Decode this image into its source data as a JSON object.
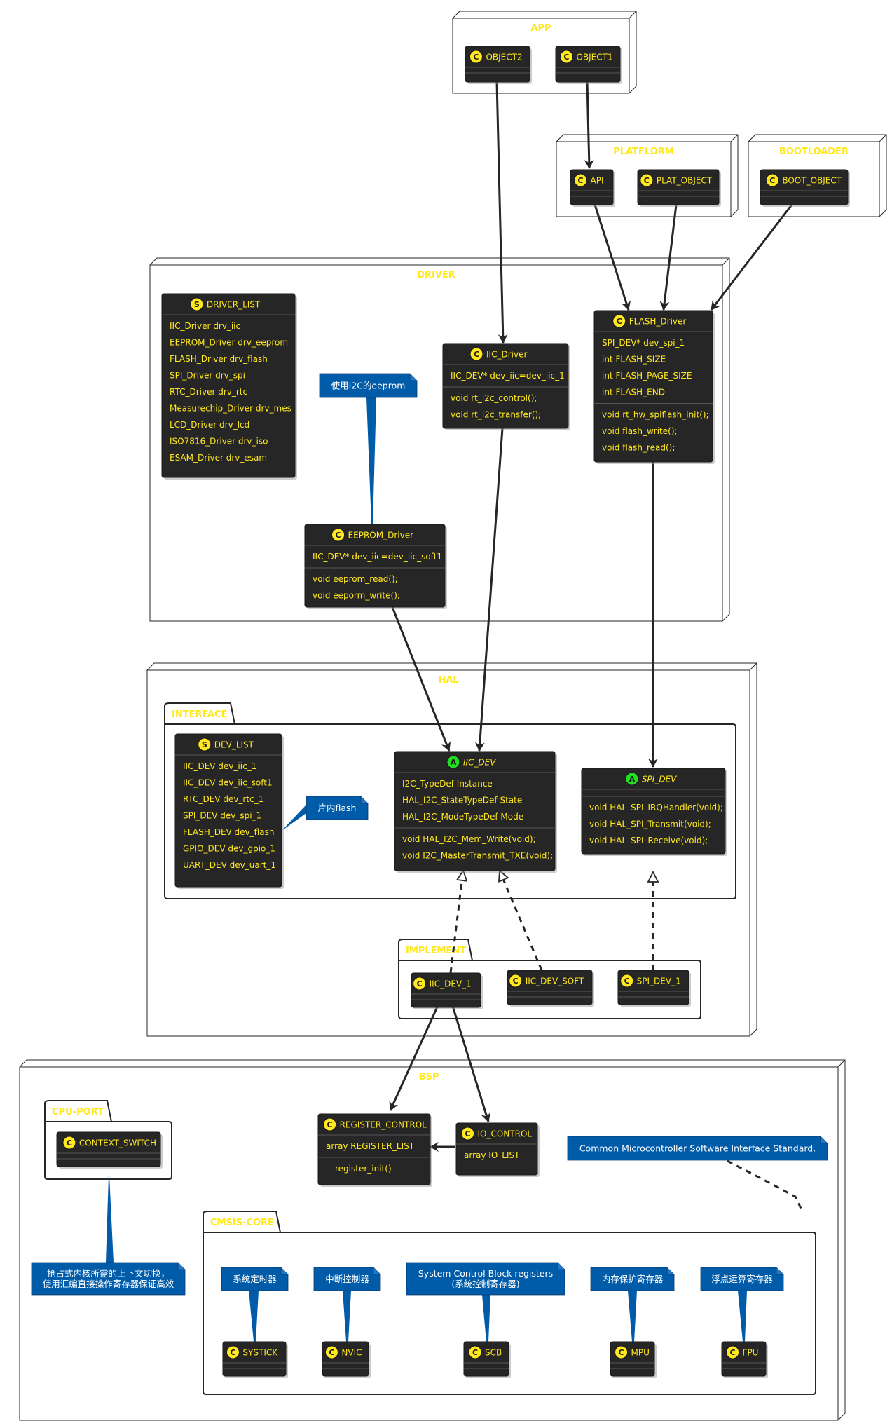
{
  "groups": {
    "app": "APP",
    "platform": "PLATFLORM",
    "bootloader": "BOOTLOADER",
    "driver": "DRIVER",
    "hal": "HAL",
    "interface": "INTERFACE",
    "implement": "IMPLEMENT",
    "bsp": "BSP",
    "cpu_port": "CPU-PORT",
    "cmsis_core": "CMSIS-CORE"
  },
  "classes": {
    "object2": {
      "badge": "C",
      "name": "OBJECT2",
      "fields": [],
      "methods": []
    },
    "object1": {
      "badge": "C",
      "name": "OBJECT1",
      "fields": [],
      "methods": []
    },
    "api": {
      "badge": "C",
      "name": "API",
      "fields": [],
      "methods": []
    },
    "plat_object": {
      "badge": "C",
      "name": "PLAT_OBJECT",
      "fields": [],
      "methods": []
    },
    "boot_object": {
      "badge": "C",
      "name": "BOOT_OBJECT",
      "fields": [],
      "methods": []
    },
    "driver_list": {
      "badge": "S",
      "name": "DRIVER_LIST",
      "fields": [
        "IIC_Driver drv_iic",
        "EEPROM_Driver drv_eeprom",
        "FLASH_Driver drv_flash",
        "SPI_Driver drv_spi",
        "RTC_Driver drv_rtc",
        "Measurechip_Driver drv_mes",
        "LCD_Driver drv_lcd",
        "ISO7816_Driver drv_iso",
        "ESAM_Driver drv_esam"
      ],
      "methods": []
    },
    "iic_driver": {
      "badge": "C",
      "name": "IIC_Driver",
      "fields": [
        "IIC_DEV* dev_iic=dev_iic_1"
      ],
      "methods": [
        "void rt_i2c_control();",
        "void rt_i2c_transfer();"
      ]
    },
    "flash_driver": {
      "badge": "C",
      "name": "FLASH_Driver",
      "fields": [
        "SPI_DEV* dev_spi_1",
        "int FLASH_SIZE",
        "int FLASH_PAGE_SIZE",
        "int FLASH_END"
      ],
      "methods": [
        "void rt_hw_spiflash_init();",
        "void flash_write();",
        "void flash_read();"
      ]
    },
    "eeprom_driver": {
      "badge": "C",
      "name": "EEPROM_Driver",
      "fields": [
        "IIC_DEV* dev_iic=dev_iic_soft1"
      ],
      "methods": [
        "void eeprom_read();",
        "void eeporm_write();"
      ]
    },
    "dev_list": {
      "badge": "S",
      "name": "DEV_LIST",
      "fields": [
        "IIC_DEV dev_iic_1",
        "IIC_DEV dev_iic_soft1",
        "RTC_DEV dev_rtc_1",
        "SPI_DEV dev_spi_1",
        "FLASH_DEV dev_flash",
        "GPIO_DEV dev_gpio_1",
        "UART_DEV dev_uart_1"
      ],
      "methods": []
    },
    "iic_dev": {
      "badge": "A",
      "name": "IIC_DEV",
      "fields": [
        "I2C_TypeDef Instance",
        "HAL_I2C_StateTypeDef State",
        "HAL_I2C_ModeTypeDef Mode"
      ],
      "methods": [
        "void HAL_I2C_Mem_Write(void);",
        "void I2C_MasterTransmit_TXE(void);"
      ]
    },
    "spi_dev": {
      "badge": "A",
      "name": "SPI_DEV",
      "fields": [],
      "methods": [
        "void HAL_SPI_IRQHandler(void);",
        "void HAL_SPI_Transmit(void);",
        "void HAL_SPI_Receive(void);"
      ]
    },
    "iic_dev_1": {
      "badge": "C",
      "name": "IIC_DEV_1",
      "fields": [],
      "methods": []
    },
    "iic_dev_soft": {
      "badge": "C",
      "name": "IIC_DEV_SOFT",
      "fields": [],
      "methods": []
    },
    "spi_dev_1": {
      "badge": "C",
      "name": "SPI_DEV_1",
      "fields": [],
      "methods": []
    },
    "context_switch": {
      "badge": "C",
      "name": "CONTEXT_SWITCH",
      "fields": [],
      "methods": []
    },
    "register_control": {
      "badge": "C",
      "name": "REGISTER_CONTROL",
      "fields": [
        "array REGISTER_LIST"
      ],
      "methods": [
        "register_init()"
      ]
    },
    "io_control": {
      "badge": "C",
      "name": "IO_CONTROL",
      "fields": [
        "array IO_LIST"
      ],
      "methods": []
    },
    "systick": {
      "badge": "C",
      "name": "SYSTICK",
      "fields": [],
      "methods": []
    },
    "nvic": {
      "badge": "C",
      "name": "NVIC",
      "fields": [],
      "methods": []
    },
    "scb": {
      "badge": "C",
      "name": "SCB",
      "fields": [],
      "methods": []
    },
    "mpu": {
      "badge": "C",
      "name": "MPU",
      "fields": [],
      "methods": []
    },
    "fpu": {
      "badge": "C",
      "name": "FPU",
      "fields": [],
      "methods": []
    }
  },
  "notes": {
    "eeprom_note": [
      "使用I2C的eeprom"
    ],
    "flash_note": [
      "片内flash"
    ],
    "cmsis_note": [
      "Common Microcontroller Software Interface Standard."
    ],
    "context_note": [
      "抢占式内核所需的上下文切换，",
      "使用汇编直接操作寄存器保证高效"
    ],
    "systick_note": [
      "系统定时器"
    ],
    "nvic_note": [
      "中断控制器"
    ],
    "scb_note": [
      "System Control Block registers",
      "(系统控制寄存器)"
    ],
    "mpu_note": [
      "内存保护寄存器"
    ],
    "fpu_note": [
      "浮点运算寄存器"
    ]
  },
  "colors": {
    "class_bg": "#262626",
    "class_text": "#FFE81F",
    "class_border": "#1a1a1a",
    "note_bg": "#005BA9",
    "note_text": "#FFFFFF",
    "group_title": "#FFE81F",
    "line": "#262626",
    "abstract_badge": "#22DD22",
    "class_badge": "#FFE81F"
  }
}
